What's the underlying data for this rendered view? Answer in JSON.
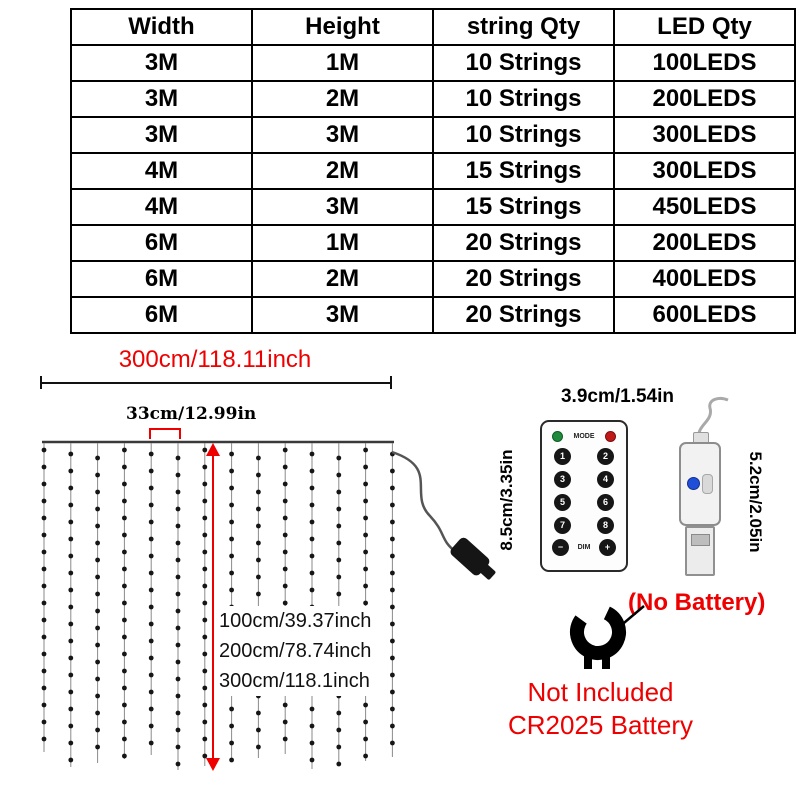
{
  "colors": {
    "red": "#ee0000",
    "table_border": "#000000"
  },
  "spec_table": {
    "headers": [
      "Width",
      "Height",
      "string Qty",
      "LED Qty"
    ],
    "rows": [
      [
        "3M",
        "1M",
        "10 Strings",
        "100LEDS"
      ],
      [
        "3M",
        "2M",
        "10 Strings",
        "200LEDS"
      ],
      [
        "3M",
        "3M",
        "10 Strings",
        "300LEDS"
      ],
      [
        "4M",
        "2M",
        "15 Strings",
        "300LEDS"
      ],
      [
        "4M",
        "3M",
        "15 Strings",
        "450LEDS"
      ],
      [
        "6M",
        "1M",
        "20 Strings",
        "200LEDS"
      ],
      [
        "6M",
        "2M",
        "20 Strings",
        "400LEDS"
      ],
      [
        "6M",
        "3M",
        "20 Strings",
        "600LEDS"
      ]
    ]
  },
  "diagram": {
    "curtain_width_label": "300cm/118.11inch",
    "string_spacing_label": "33cm/12.99in",
    "height_labels": [
      "100cm/39.37inch",
      "200cm/78.74inch",
      "300cm/118.1inch"
    ],
    "curtain": {
      "string_count": 14
    },
    "remote": {
      "width_label": "3.9cm/1.54in",
      "height_label": "8.5cm/3.35in",
      "mode_label": "MODE",
      "dim_label": "DIM",
      "number_buttons": [
        "1",
        "2",
        "3",
        "4",
        "5",
        "6",
        "7",
        "8"
      ],
      "minus_label": "−",
      "plus_label": "+"
    },
    "usb": {
      "height_label": "5.2cm/2.05in"
    },
    "battery_note": {
      "no_battery": "(No Battery)",
      "line1": "Not Included",
      "line2": "CR2025 Battery"
    }
  }
}
